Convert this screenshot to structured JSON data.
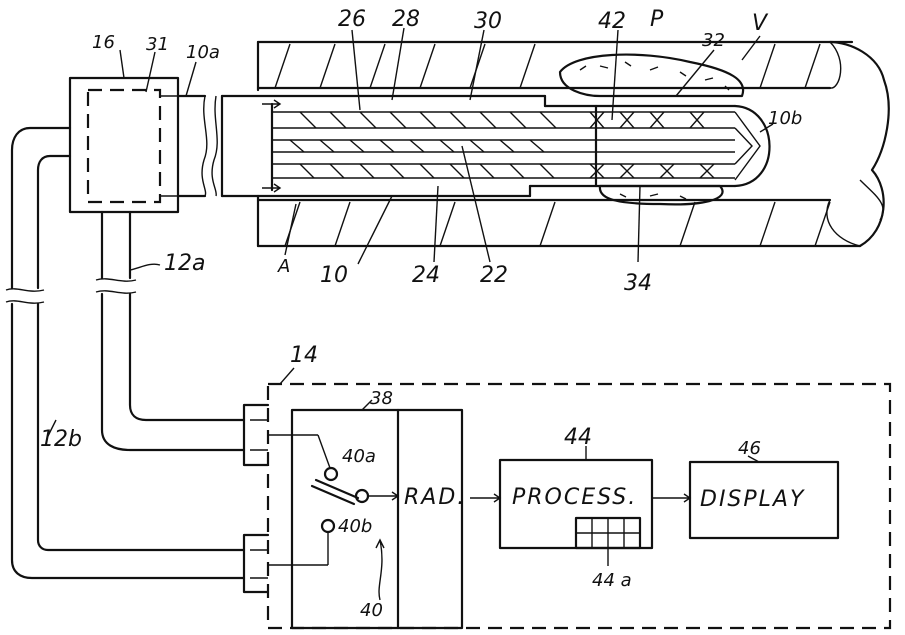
{
  "refs": {
    "r16": "16",
    "r31": "31",
    "r10a": "10a",
    "r26": "26",
    "r28": "28",
    "r30": "30",
    "r42": "42",
    "rP": "P",
    "r32": "32",
    "rV": "V",
    "r10b": "10b",
    "r12a": "12a",
    "rA": "A",
    "r10": "10",
    "r24": "24",
    "r22": "22",
    "r34": "34",
    "r14": "14",
    "r38": "38",
    "r44": "44",
    "r46": "46",
    "r12b": "12b",
    "r40a": "40a",
    "r40b": "40b",
    "r40": "40",
    "r44a": "44 a"
  },
  "blocks": {
    "rad": "RAD.",
    "process": "PROCESS.",
    "display": "DISPLAY"
  },
  "colors": {
    "ink": "#111111",
    "paper": "#ffffff"
  }
}
